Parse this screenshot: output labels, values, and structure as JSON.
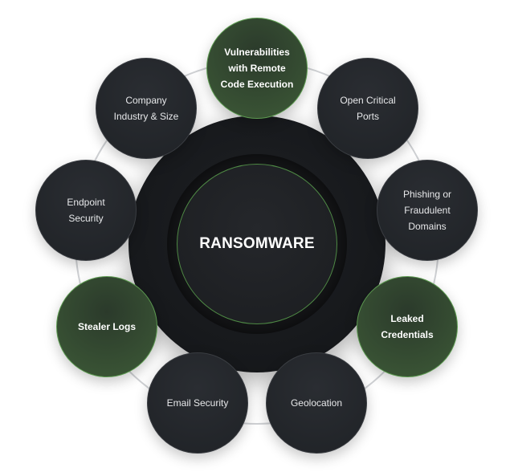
{
  "center": {
    "label": "RANSOMWARE"
  },
  "nodes": [
    {
      "id": "vulnerabilities",
      "label": "Vulnerabilities\nwith Remote\nCode Execution",
      "highlighted": true
    },
    {
      "id": "open-critical-ports",
      "label": "Open Critical\nPorts",
      "highlighted": false
    },
    {
      "id": "phishing",
      "label": "Phishing or\nFraudulent\nDomains",
      "highlighted": false
    },
    {
      "id": "leaked-credentials",
      "label": "Leaked\nCredentials",
      "highlighted": true
    },
    {
      "id": "geolocation",
      "label": "Geolocation",
      "highlighted": false
    },
    {
      "id": "email-security",
      "label": "Email Security",
      "highlighted": false
    },
    {
      "id": "stealer-logs",
      "label": "Stealer Logs",
      "highlighted": true
    },
    {
      "id": "endpoint-security",
      "label": "Endpoint\nSecurity",
      "highlighted": false
    },
    {
      "id": "company-industry",
      "label": "Company\nIndustry & Size",
      "highlighted": false
    }
  ],
  "colors": {
    "node_dark": "#22252a",
    "node_highlight": "#3d5a37",
    "accent_green": "#5c9a50",
    "ring_line": "#cfd1d4"
  }
}
